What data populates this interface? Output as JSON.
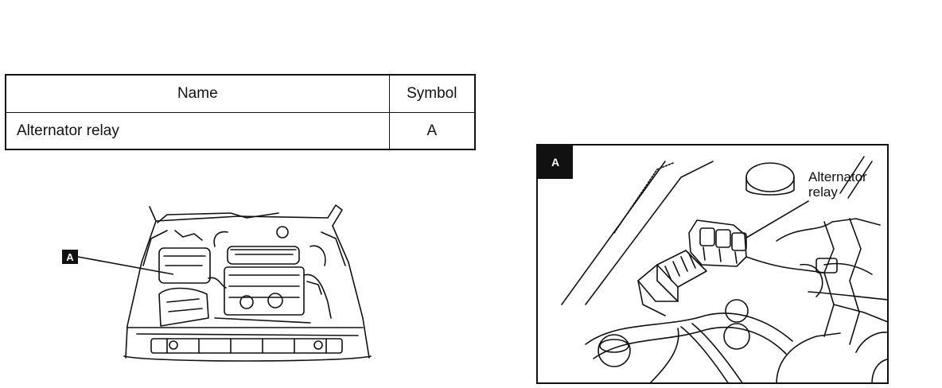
{
  "table": {
    "header_name": "Name",
    "header_symbol": "Symbol",
    "rows": [
      {
        "name": "Alternator relay",
        "symbol": "A"
      }
    ]
  },
  "figure_left": {
    "tag": "A"
  },
  "figure_right": {
    "tag": "A",
    "callout_line1": "Alternator",
    "callout_line2": "relay"
  }
}
